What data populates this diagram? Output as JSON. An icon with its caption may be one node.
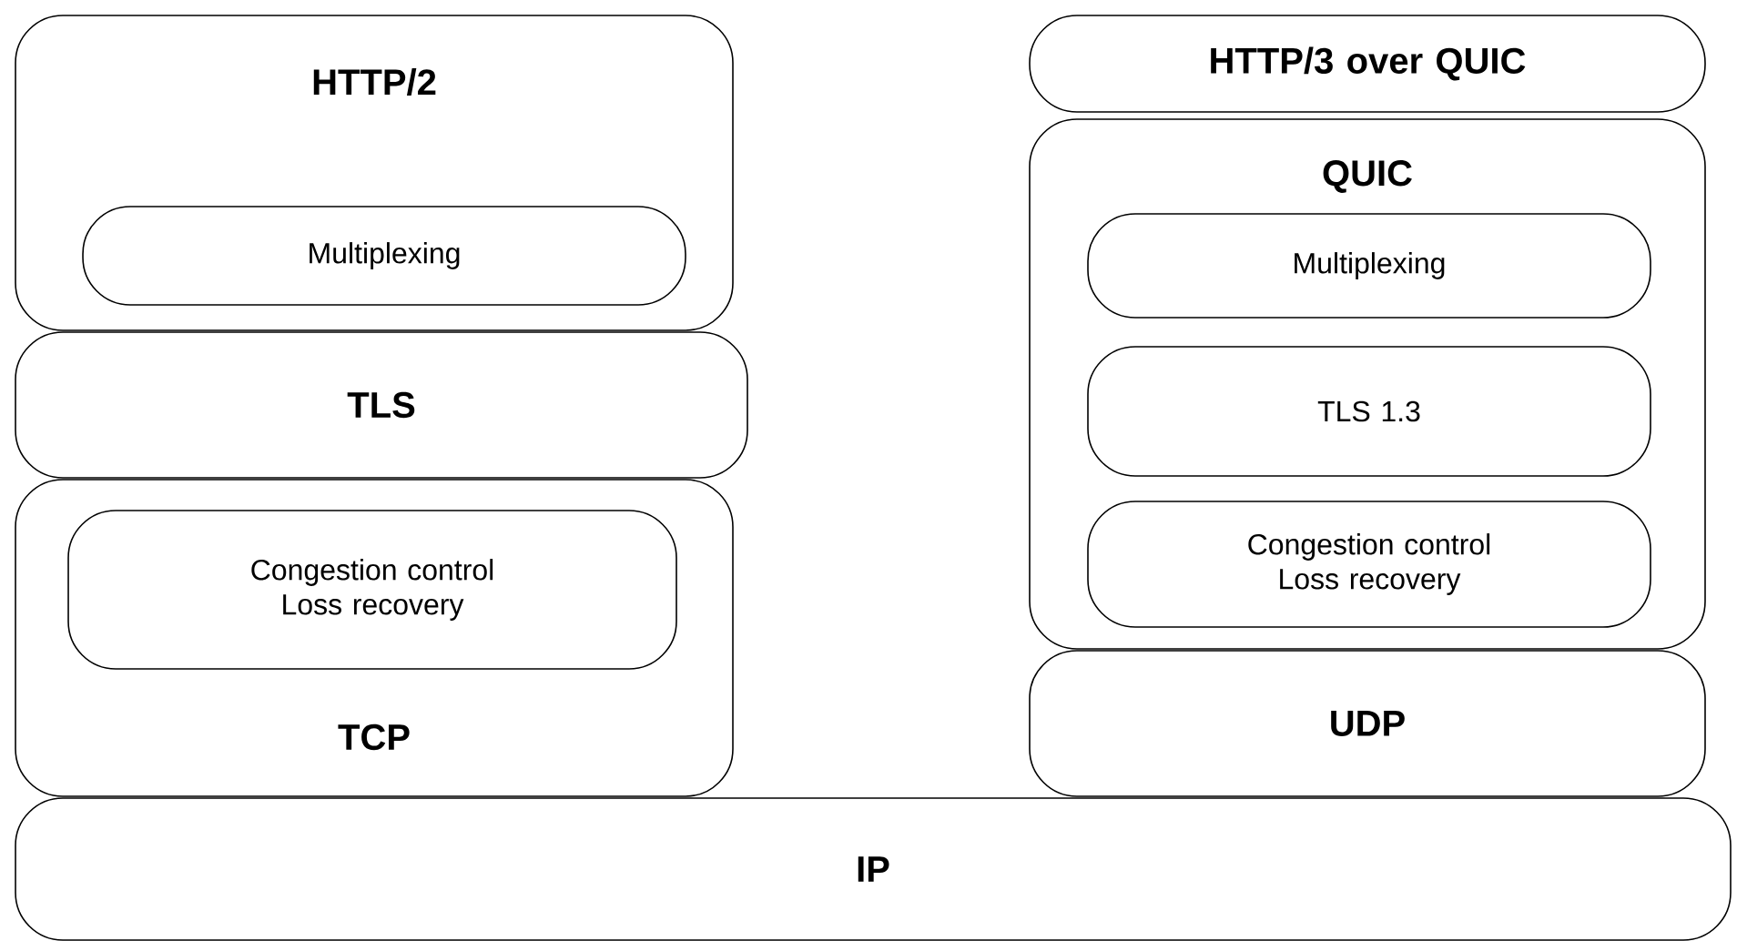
{
  "diagram": {
    "nodes": [
      {
        "text": [
          "HTTP/2"
        ]
      },
      {
        "text": [
          "Multiplexing"
        ],
        "in": 0
      },
      {
        "text": [
          "TLS"
        ]
      },
      {
        "text": [
          "TCP"
        ]
      },
      {
        "text": [
          "Congestion control Loss recovery"
        ],
        "in": 3
      },
      {
        "text": [
          "HTTP/3 over QUIC"
        ]
      },
      {
        "text": [
          "QUIC"
        ]
      },
      {
        "text": [
          "Multiplexing"
        ],
        "in": 6
      },
      {
        "text": [
          "TLS 1.3"
        ],
        "in": 6
      },
      {
        "text": [
          "Congestion control Loss recovery"
        ],
        "in": 6
      },
      {
        "text": [
          "UDP"
        ]
      },
      {
        "text": [
          "IP"
        ]
      }
    ]
  }
}
